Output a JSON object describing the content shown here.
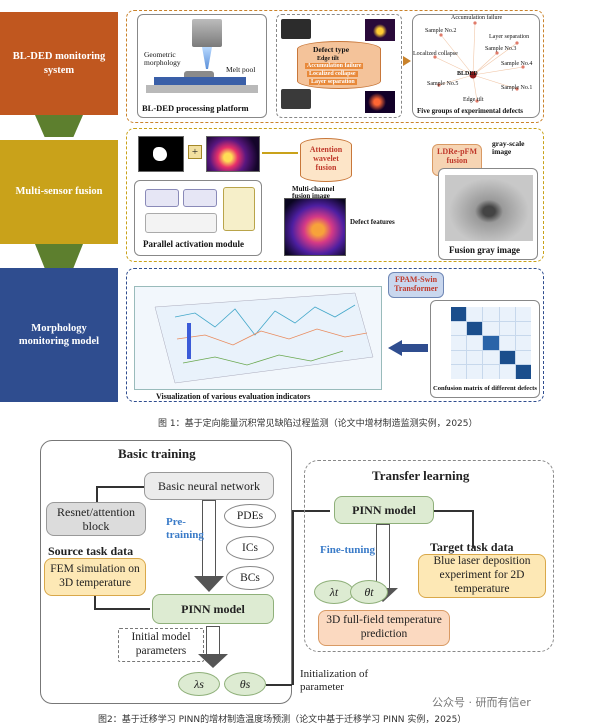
{
  "figure1": {
    "stages": [
      "BL-DED monitoring system",
      "Multi-sensor fusion",
      "Morphology monitoring model"
    ],
    "labels": {
      "geometric": "Geometric morphology",
      "melt_pool": "Melt pool",
      "platform": "BL-DED processing platform",
      "defect_type": "Defect type",
      "defects": [
        "Edge tilt",
        "Accumulation failure",
        "Localized collapse",
        "Layer separation"
      ],
      "five_groups": "Five groups of experimental defects",
      "scatter_points": [
        "Accumulation failure",
        "Sample No.2",
        "Layer separation",
        "Localized collapse",
        "Sample No.3",
        "Sample No.4",
        "BLDED",
        "Sample No.5",
        "Sample No.1",
        "Edge tilt"
      ],
      "plus": "+",
      "attention": "Attention wavelet fusion",
      "multichannel": "Multi-channel fusion image",
      "parallel": "Parallel activation module",
      "ldre": "LDRe-pFM fusion",
      "grayscale": "gray-scale image",
      "defect_features": "Defect features",
      "fusion_gray": "Fusion gray image",
      "fpam": "FPAM-Swin Transformer",
      "vis": "Visualization of various evaluation indicators",
      "confusion": "Confusion matrix of different defects"
    },
    "caption": "图 1：基于定向能量沉积常见缺陷过程监测（论文中增材制造监测实例，2025）"
  },
  "figure2": {
    "basic_training": "Basic training",
    "basic_nn": "Basic neural network",
    "resnet": "Resnet/attention block",
    "pretraining": "Pre-training",
    "pdes": "PDEs",
    "ics": "ICs",
    "bcs": "BCs",
    "source_task": "Source task data",
    "fem": "FEM simulation on 3D temperature",
    "pinn_model": "PINN model",
    "initial_params": "Initial model parameters",
    "lambda_s": "λs",
    "theta_s": "θs",
    "init_param": "Initialization of parameter",
    "transfer": "Transfer learning",
    "pinn_model2": "PINN model",
    "finetuning": "Fine-tuning",
    "target_task": "Target task data",
    "blue_laser": "Blue laser deposition experiment for 2D temperature",
    "lambda_t": "λt",
    "theta_t": "θt",
    "prediction": "3D full-field temperature prediction",
    "caption": "图2：基于迁移学习 PINN的增材制造温度场预测（论文中基于迁移学习 PINN 实例，2025）",
    "watermark": "公众号 · 研而有信er"
  },
  "colors": {
    "stage1": "#c0571f",
    "stage2": "#c9a21a",
    "stage3": "#2f4d8f",
    "accent_blue": "#4a8fd4",
    "green_box": "#ddebd2"
  }
}
